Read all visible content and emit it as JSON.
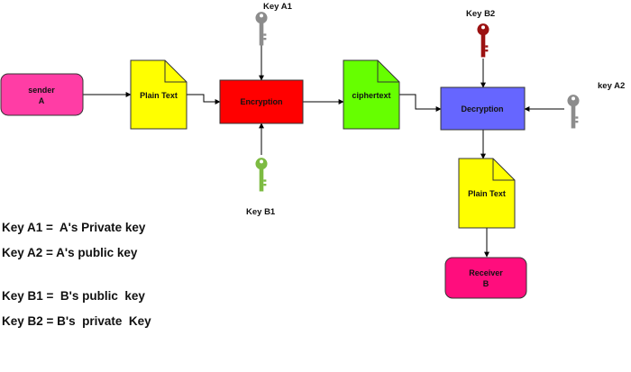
{
  "nodes": {
    "sender": {
      "line1": "sender",
      "line2": "A",
      "fill": "#ff3da5"
    },
    "plain_text_1": {
      "label": "Plain Text",
      "fill": "#ffff00"
    },
    "encryption": {
      "label": "Encryption",
      "fill": "#ff0000"
    },
    "ciphertext": {
      "label": "ciphertext",
      "fill": "#66ff00"
    },
    "decryption": {
      "label": "Decryption",
      "fill": "#6666ff"
    },
    "plain_text_2": {
      "label": "Plain Text",
      "fill": "#ffff00"
    },
    "receiver": {
      "line1": "Receiver",
      "line2": "B",
      "fill": "#ff0d7d"
    }
  },
  "keys": {
    "key_a1": {
      "label": "Key A1",
      "color": "#8c8c8c"
    },
    "key_b1": {
      "label": "Key B1",
      "color": "#7dbb42"
    },
    "key_b2": {
      "label": "Key B2",
      "color": "#9b1111"
    },
    "key_a2": {
      "label": "key A2",
      "color": "#8c8c8c"
    }
  },
  "legend": [
    "Key A1 =  A's Private key",
    "Key A2 = A's public key",
    "Key B1 =  B's public  key",
    "Key B2 = B's  private  Key"
  ]
}
